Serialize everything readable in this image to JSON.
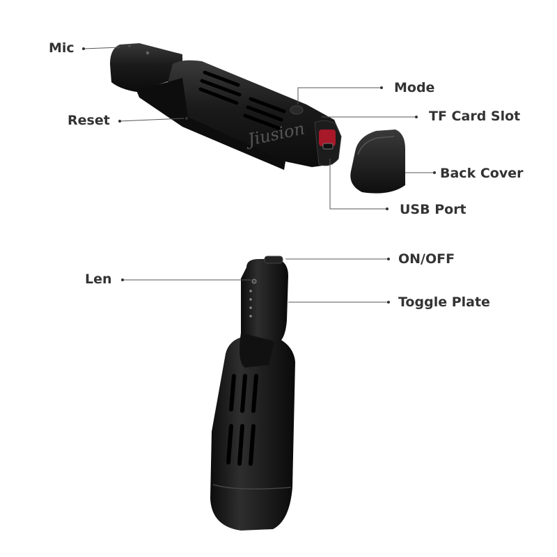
{
  "watermark": "Jiusion",
  "labels": {
    "mic": "Mic",
    "reset": "Reset",
    "mode": "Mode",
    "tf_card_slot": "TF Card Slot",
    "back_cover": "Back Cover",
    "usb_port": "USB Port",
    "len": "Len",
    "on_off": "ON/OFF",
    "toggle_plate": "Toggle Plate"
  },
  "colors": {
    "device_body": "#151515",
    "device_highlight": "#3a3a3a",
    "label_text": "#333333",
    "leader_line": "#555555",
    "slot_red": "#c0182a"
  }
}
